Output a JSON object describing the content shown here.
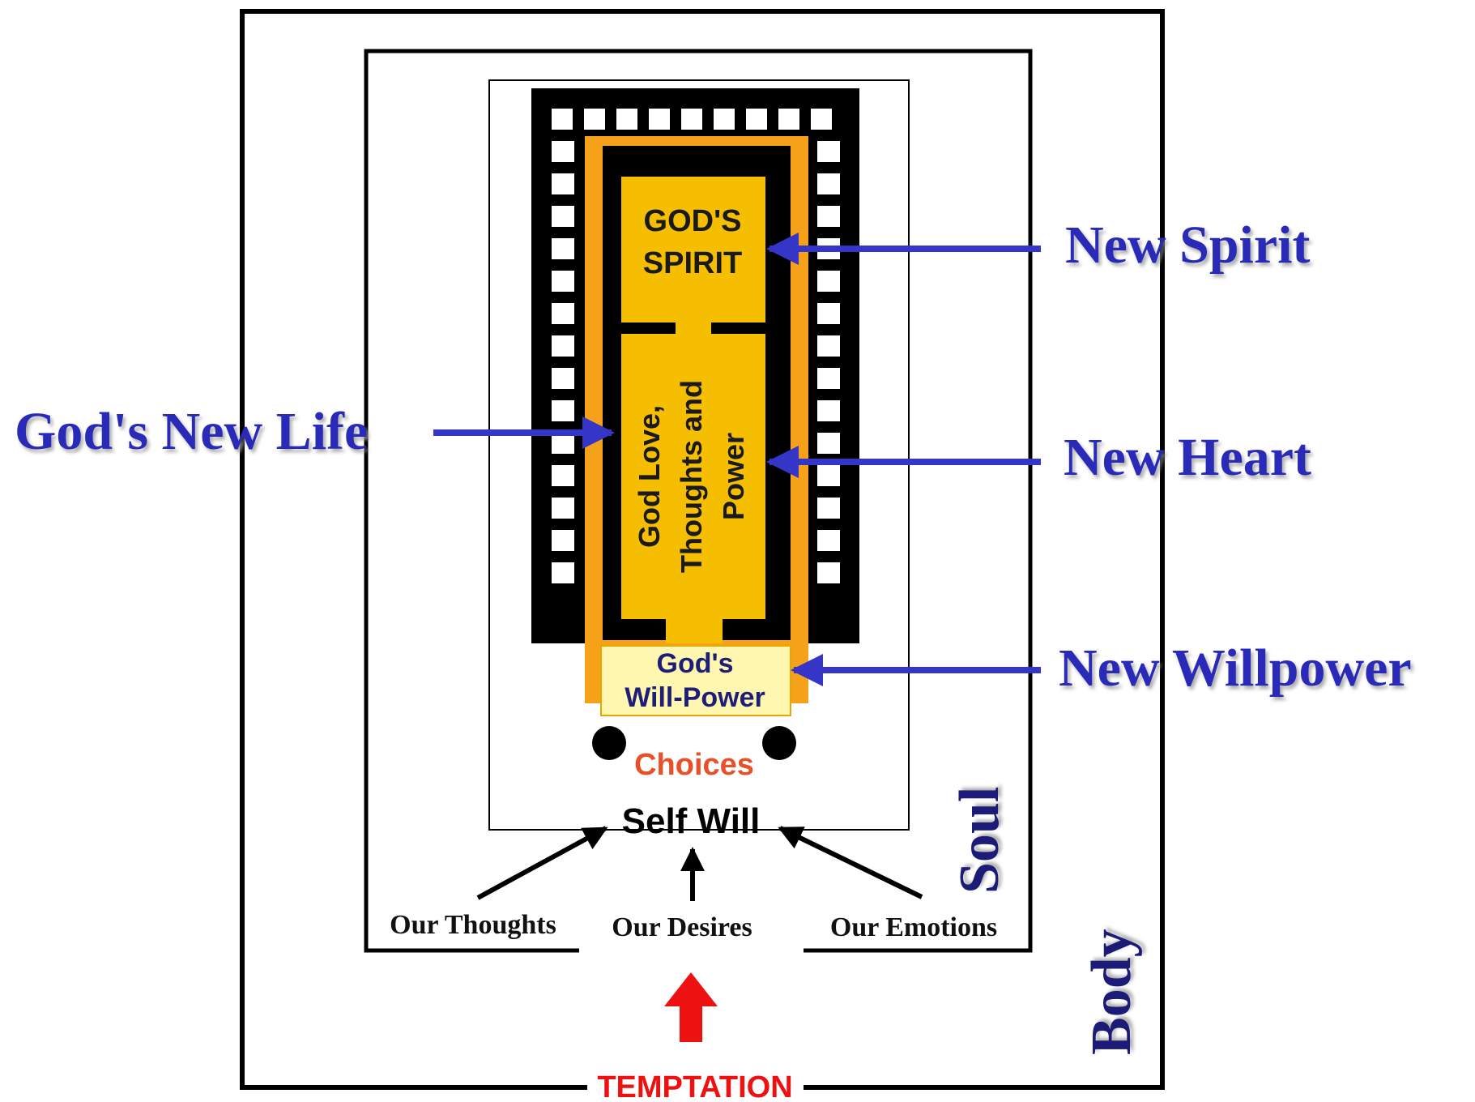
{
  "colors": {
    "gold": "#F6BE00",
    "gold_dark": "#E6A800",
    "orange": "#F5A21A",
    "pale_yellow": "#FFF7B0",
    "blue_label": "#2A2BB8",
    "blue_arrow": "#3535C8",
    "navy_text": "#1E1E78",
    "red": "#EE1111",
    "choices_red": "#E8502A",
    "black": "#000000"
  },
  "temple": {
    "holy_of_holies": {
      "line1": "GOD'S",
      "line2": "SPIRIT"
    },
    "holy_place": {
      "line1": "God Love,",
      "line2": "Thoughts and",
      "line3": "Power"
    },
    "will_power": {
      "line1": "God's",
      "line2": "Will-Power"
    },
    "choices": "Choices"
  },
  "labels": {
    "new_spirit": "New Spirit",
    "new_heart": "New Heart",
    "new_willpower": "New Willpower",
    "gods_new_life": "God's New Life",
    "soul": "Soul",
    "body": "Body",
    "self_will": "Self Will",
    "our_thoughts": "Our Thoughts",
    "our_desires": "Our Desires",
    "our_emotions": "Our Emotions",
    "temptation": "TEMPTATION"
  }
}
